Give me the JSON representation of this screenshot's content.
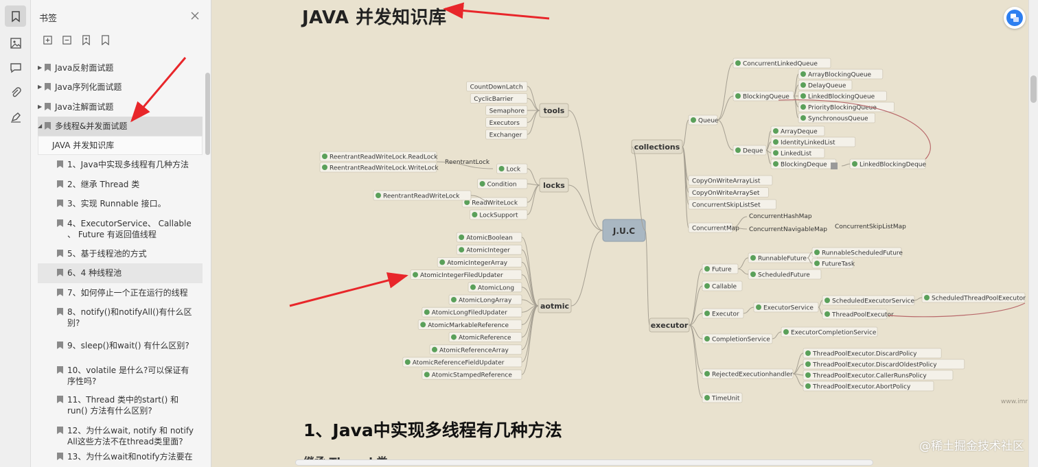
{
  "panel": {
    "title": "书签",
    "tree": [
      {
        "label": "Java反射面试题",
        "expanded": false
      },
      {
        "label": "Java序列化面试题",
        "expanded": false
      },
      {
        "label": "Java注解面试题",
        "expanded": false
      },
      {
        "label": "多线程&并发面试题",
        "expanded": true
      }
    ],
    "children": [
      "JAVA 并发知识库",
      "1、Java中实现多线程有几种方法",
      "2、继承 Thread 类",
      "3、实现 Runnable 接口。",
      "4、ExecutorService、 Callable 、 Future 有返回值线程",
      "5、基于线程池的方式",
      "6、4 种线程池",
      "7、如何停止一个正在运行的线程",
      "8、notify()和notifyAll()有什么区别?",
      "9、sleep()和wait() 有什么区别?",
      "10、volatile 是什么?可以保证有序性吗?",
      "11、Thread 类中的start() 和 run() 方法有什么区别?",
      "12、为什么wait, notify 和 notify All这些方法不在thread类里面?",
      "13、为什么wait和notify方法要在"
    ]
  },
  "doc": {
    "title": "JAVA 并发知识库",
    "section_title": "1、Java中实现多线程有几种方法",
    "section_cut": "继承 Thread 类",
    "watermark": "@稀土掘金技术社区"
  },
  "mindmap": {
    "center": "J.U.C",
    "tools": {
      "label": "tools",
      "items": [
        "CountDownLatch",
        "CyclicBarrier",
        "Semaphore",
        "Executors",
        "Exchanger"
      ]
    },
    "locks": {
      "label": "locks",
      "items": [
        "Lock",
        "Condition",
        "ReadWriteLock",
        "LockSupport"
      ],
      "rrwl_label": "ReentrantLock",
      "rrwl": [
        "ReentrantReadWriteLock.ReadLock",
        "ReentrantReadWriteLock.WriteLock"
      ],
      "rrwl2": "ReentrantReadWriteLock"
    },
    "atomic": {
      "label": "aotmic",
      "items": [
        "AtomicBoolean",
        "AtomicInteger",
        "AtomicIntegerArray",
        "AtomicIntegerFiledUpdater",
        "AtomicLong",
        "AtomicLongArray",
        "AtomicLongFiledUpdater",
        "AtomicMarkableReference",
        "AtomicReference",
        "AtomicReferenceArray",
        "AtomicReferenceFieldUpdater",
        "AtomicStampedReference"
      ]
    },
    "collections": {
      "label": "collections",
      "queue": "Queue",
      "clq": "ConcurrentLinkedQueue",
      "bq": "BlockingQueue",
      "bq_items": [
        "ArrayBlockingQueue",
        "DelayQueue",
        "LinkedBlockingQueue",
        "PriorityBlockingQueue",
        "SynchronousQueue"
      ],
      "deque": "Deque",
      "deque_items": [
        "ArrayDeque",
        "IdentityLinkedList",
        "LinkedList",
        "BlockingDeque"
      ],
      "lbd": "LinkedBlockingDeque",
      "others": [
        "CopyOnWriteArrayList",
        "CopyOnWriteArraySet",
        "ConcurrentSkipListSet"
      ],
      "cmap": "ConcurrentMap",
      "chm": "ConcurrentHashMap",
      "cnm": "ConcurrentNavigableMap",
      "cslm": "ConcurrentSkipListMap"
    },
    "executor": {
      "label": "executor",
      "future": "Future",
      "future_items": [
        "RunnableFuture",
        "ScheduledFuture"
      ],
      "rsf": "RunnableScheduledFuture",
      "ft": "FutureTask",
      "callable": "Callable",
      "exec": "Executor",
      "es": "ExecutorService",
      "ses": "ScheduledExecutorService",
      "stpe": "ScheduledThreadPoolExecutor",
      "tpe": "ThreadPoolExecutor",
      "cs": "CompletionService",
      "ecs": "ExecutorCompletionService",
      "reh": "RejectedExecutionhandler",
      "policies": [
        "ThreadPoolExecutor.DiscardPolicy",
        "ThreadPoolExecutor.DiscardOldestPolicy",
        "ThreadPoolExecutor.CallerRunsPolicy",
        "ThreadPoolExecutor.AbortPolicy"
      ],
      "tu": "TimeUnit"
    },
    "site_mark": "www.imr"
  },
  "colors": {
    "accent_arrow": "#e8262a",
    "node_fill": "#a9b7c2",
    "leaf_fill": "#f4f1e9",
    "badge": "#5aa05a"
  }
}
